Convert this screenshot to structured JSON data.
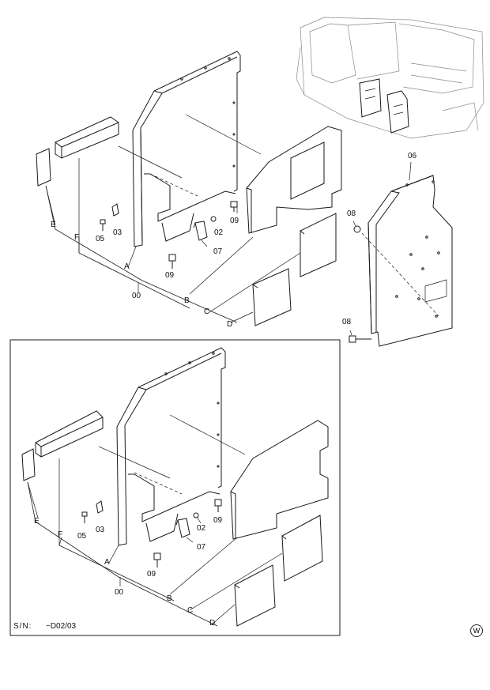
{
  "top": {
    "callouts": {
      "00": "00",
      "02": "02",
      "03": "03",
      "05": "05",
      "07": "07",
      "09a": "09",
      "09b": "09",
      "A": "A",
      "B": "B",
      "C": "C",
      "D": "D",
      "E": "E",
      "F": "F"
    }
  },
  "right": {
    "callouts": {
      "06": "06",
      "08a": "08",
      "08b": "08"
    }
  },
  "bottom": {
    "callouts": {
      "00": "00",
      "02": "02",
      "03": "03",
      "05": "05",
      "07": "07",
      "09a": "09",
      "09b": "09",
      "A": "A",
      "B": "B",
      "C": "C",
      "D": "D",
      "E": "E",
      "F": "F"
    },
    "sn_label": "S/N:",
    "sn_range": "~D02/03"
  },
  "watermark": "W"
}
